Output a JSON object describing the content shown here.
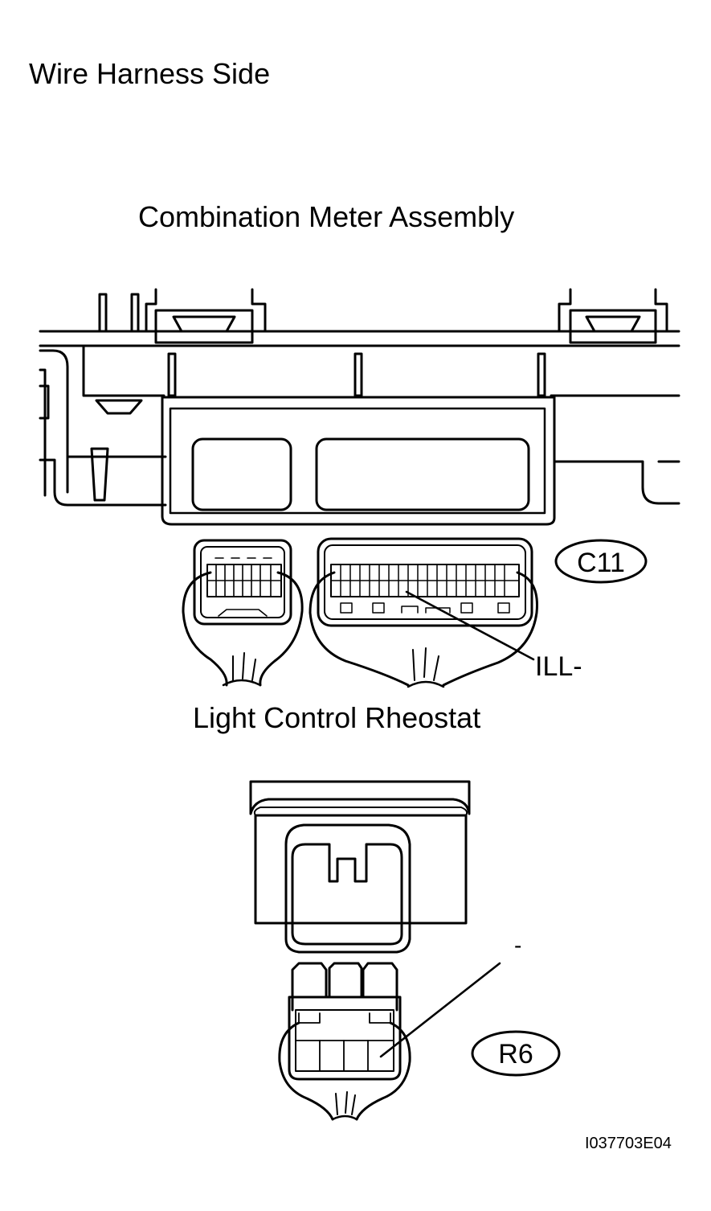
{
  "title": "Wire Harness Side",
  "combination_meter": {
    "title": "Combination Meter Assembly",
    "connector_id": "C11",
    "terminal_label": "ILL-"
  },
  "rheostat": {
    "title": "Light Control Rheostat",
    "connector_id": "R6",
    "terminal_label": "-"
  },
  "image_id": "I037703E04",
  "colors": {
    "line": "#000000",
    "background": "#ffffff"
  }
}
